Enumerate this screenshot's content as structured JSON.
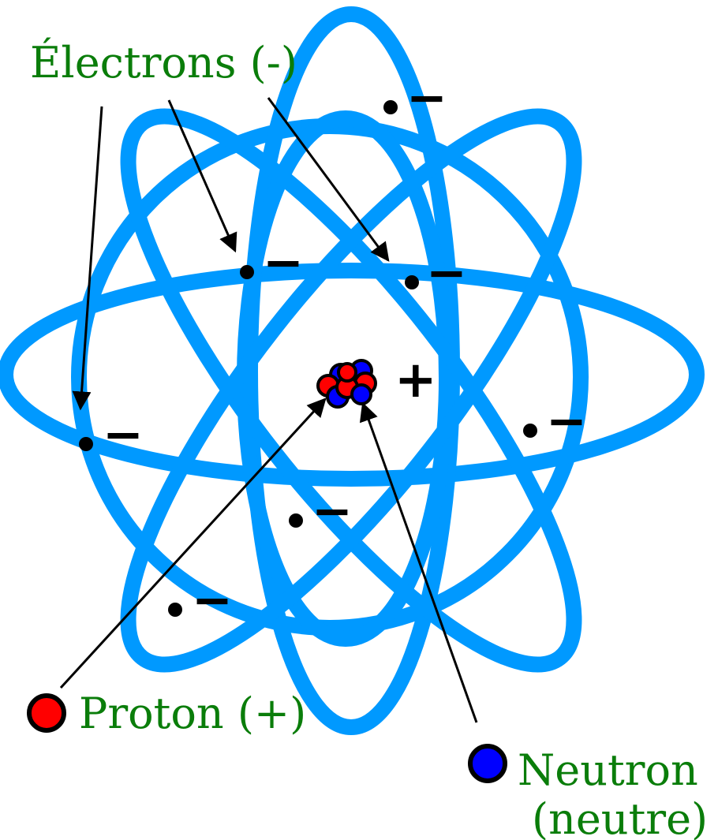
{
  "labels": {
    "electrons": "Électrons (-)",
    "proton": "Proton (+)",
    "neutron_line1": "Neutron",
    "neutron_line2": "(neutre)"
  },
  "signs": {
    "electron": "−",
    "nucleus": "+"
  },
  "colors": {
    "orbit": "#0099ff",
    "proton": "#ff0000",
    "neutron": "#0000ff",
    "label_text": "#0a7d0a",
    "electron": "#000000"
  }
}
